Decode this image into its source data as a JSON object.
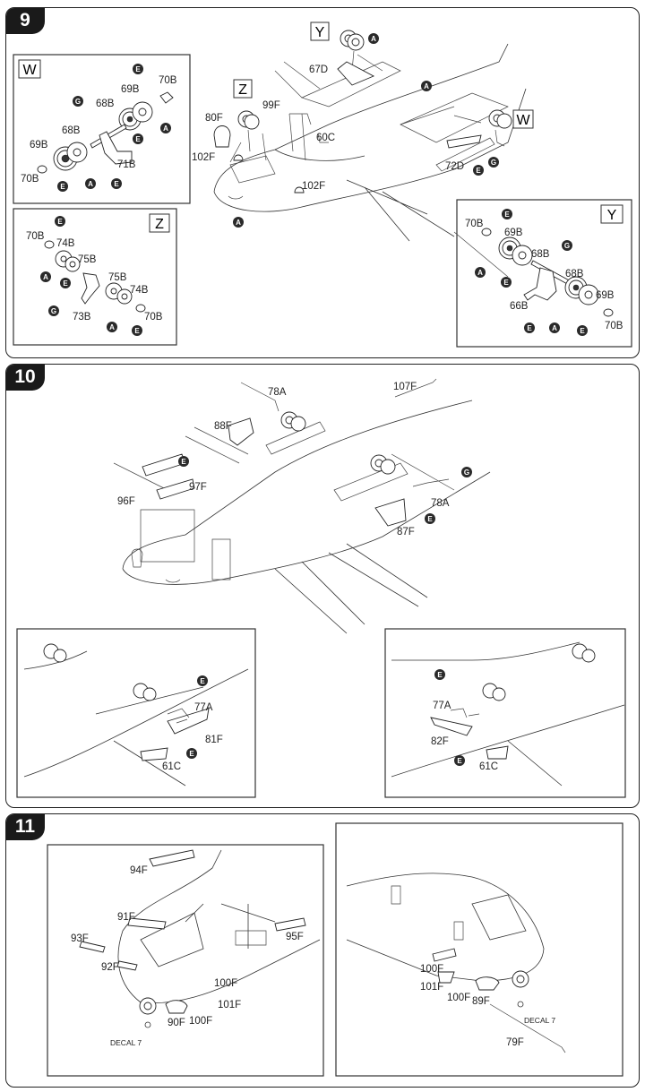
{
  "steps": [
    {
      "number": "9",
      "subviews": [
        "W",
        "Z",
        "Y"
      ],
      "main_tags": [
        "Y",
        "Z",
        "W"
      ],
      "labels": [
        "67D",
        "80F",
        "99F",
        "60C",
        "102F",
        "102F",
        "72D",
        "70B",
        "69B",
        "68B",
        "71B",
        "68B",
        "69B",
        "70B",
        "70B",
        "74B",
        "75B",
        "75B",
        "74B",
        "73B",
        "70B",
        "70B",
        "69B",
        "68B",
        "68B",
        "69B",
        "66B",
        "70B"
      ]
    },
    {
      "number": "10",
      "labels": [
        "78A",
        "107F",
        "88F",
        "96F",
        "97F",
        "78A",
        "87F",
        "77A",
        "81F",
        "61C",
        "77A",
        "82F",
        "61C"
      ]
    },
    {
      "number": "11",
      "labels": [
        "94F",
        "91F",
        "95F",
        "93F",
        "92F",
        "100F",
        "101F",
        "100F",
        "90F",
        "100F",
        "101F",
        "100F",
        "89F",
        "79F"
      ],
      "decals": [
        "DECAL 7",
        "DECAL 7"
      ]
    }
  ],
  "callouts": [
    "A",
    "E",
    "G"
  ]
}
